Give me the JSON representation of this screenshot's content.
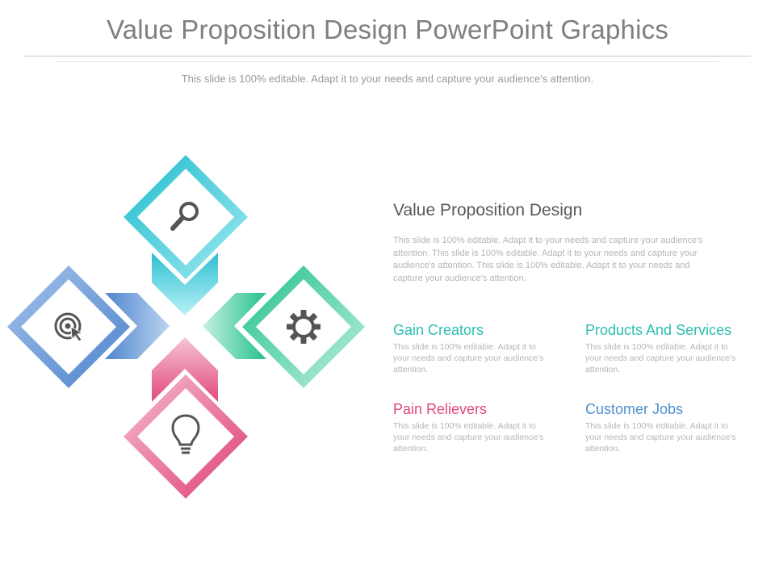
{
  "slide": {
    "title": "Value Proposition Design PowerPoint Graphics",
    "subtitle": "This slide is 100% editable. Adapt it to your needs and capture your audience's attention."
  },
  "main": {
    "heading": "Value Proposition Design",
    "body": "This slide is 100% editable. Adapt it to your needs and capture your audience's attention. This slide is 100% editable. Adapt it to your needs and capture your audience's attention. This slide is 100% editable. Adapt it to your needs and capture your audience's attention."
  },
  "items": [
    {
      "title": "Gain Creators",
      "text": "This slide is 100% editable. Adapt it to your needs and capture your audience's attention.",
      "color": "#2bbfae"
    },
    {
      "title": "Products And Services",
      "text": "This slide is 100% editable. Adapt it to your needs and capture your audience's attention.",
      "color": "#2bbfae"
    },
    {
      "title": "Pain Relievers",
      "text": "This slide is 100% editable. Adapt it to your needs and capture your audience's attention.",
      "color": "#e2487a"
    },
    {
      "title": "Customer Jobs",
      "text": "This slide is 100% editable. Adapt it to your needs and capture your audience's attention.",
      "color": "#4f8fd0"
    }
  ],
  "diagram": {
    "top": {
      "icon": "magnifier-icon",
      "color": "#36c9d9"
    },
    "left": {
      "icon": "target-icon",
      "color": "#5b93d3"
    },
    "right": {
      "icon": "gear-icon",
      "color": "#33c99a"
    },
    "bottom": {
      "icon": "lightbulb-icon",
      "color": "#e5487c"
    }
  }
}
